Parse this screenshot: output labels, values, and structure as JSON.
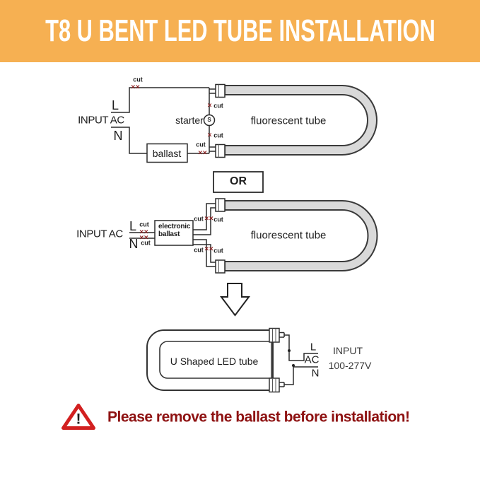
{
  "banner": {
    "title": "T8 U BENT LED TUBE INSTALLATION",
    "bg": "#f6b052"
  },
  "labels": {
    "cut": "cut"
  },
  "icons": {
    "cut_double": "××",
    "cut_single": "×",
    "exclamation": "!"
  },
  "diagram1": {
    "input": "INPUT AC",
    "live": "L",
    "neutral": "N",
    "starter": "starter",
    "starter_symbol": "S",
    "ballast": "ballast",
    "tube": "fluorescent tube"
  },
  "or_divider": {
    "label": "OR"
  },
  "diagram2": {
    "input": "INPUT AC",
    "live": "L",
    "neutral": "N",
    "ballast_line1": "electronic",
    "ballast_line2": "ballast",
    "tube": "fluorescent tube"
  },
  "diagram3": {
    "tube": "U Shaped LED tube",
    "live": "L",
    "ac": "AC",
    "neutral": "N",
    "input_line1": "INPUT",
    "input_line2": "100-277V"
  },
  "warning": {
    "text": "Please remove the ballast before installation!"
  },
  "colors": {
    "banner": "#f6b052",
    "cut_mark": "#8b1a1a",
    "warning_text": "#8e1212",
    "warning_triangle": "#d22020",
    "tube_fill": "#d9d9d9",
    "line": "#2b2b2b"
  }
}
